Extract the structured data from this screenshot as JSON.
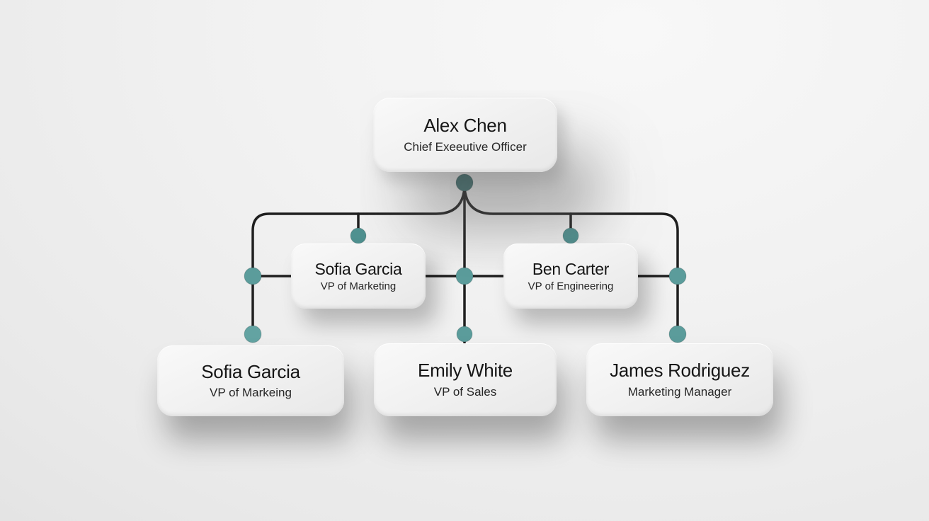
{
  "diagram": {
    "type": "org-chart",
    "background_color": "#efefef",
    "card_color": "#f1f1f1",
    "line_color": "#1f1f1f",
    "accent_dot_color": "#579a99",
    "root_dot_color": "#3f7170",
    "nodes": [
      {
        "id": "ceo",
        "name": "Alex Chen",
        "title": "Chief Exeeutive Officer",
        "level": 1
      },
      {
        "id": "vp-marketing",
        "name": "Sofia Garcia",
        "title": "VP of Marketing",
        "level": 2
      },
      {
        "id": "vp-engineering",
        "name": "Ben Carter",
        "title": "VP of Engineering",
        "level": 2
      },
      {
        "id": "vp-markeing",
        "name": "Sofia Garcia",
        "title": "VP of Markeing",
        "level": 3
      },
      {
        "id": "vp-sales",
        "name": "Emily White",
        "title": "VP of Sales",
        "level": 3
      },
      {
        "id": "marketing-manager",
        "name": "James Rodriguez",
        "title": "Marketing Manager",
        "level": 3
      }
    ],
    "edges": [
      {
        "from": "ceo",
        "to": "vp-marketing"
      },
      {
        "from": "ceo",
        "to": "vp-engineering"
      },
      {
        "from": "ceo",
        "to": "vp-markeing"
      },
      {
        "from": "ceo",
        "to": "vp-sales"
      },
      {
        "from": "ceo",
        "to": "marketing-manager"
      }
    ]
  }
}
